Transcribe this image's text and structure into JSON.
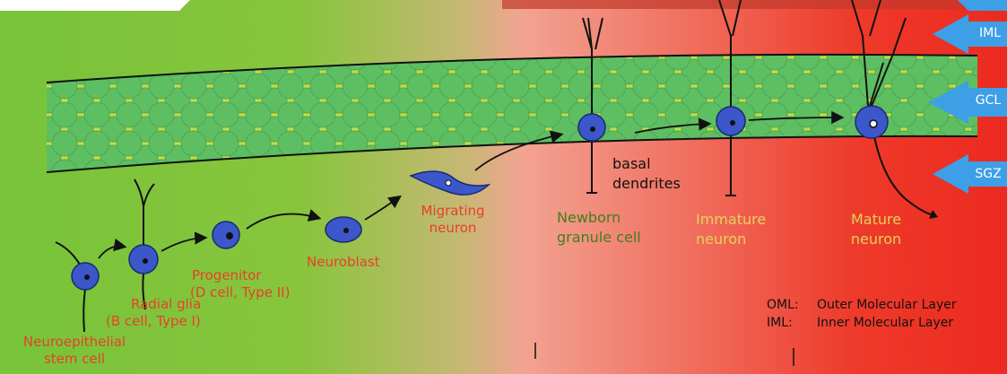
{
  "colors": {
    "bg_green": "#7cc83a",
    "bg_pink": "#f2a090",
    "bg_red": "#ee3024",
    "layer_yellow": "#c8dc42",
    "cell_green": "#5cc063",
    "neuron_blue": "#3b57c9",
    "arrow_blue": "#3d9fe6",
    "label_red": "#e8402a",
    "label_green": "#3f7f1c",
    "label_yellow": "#e6d25a"
  },
  "layer_labels": {
    "iml": "IML",
    "gcl": "GCL",
    "sgz": "SGZ"
  },
  "stages": {
    "neuroepithelial": [
      "Neuroepithelial",
      "stem cell"
    ],
    "radial_glia": [
      "Radial glia",
      "(B cell, Type I)"
    ],
    "progenitor": [
      "Progenitor",
      "(D cell, Type II)"
    ],
    "neuroblast": "Neuroblast",
    "migrating": [
      "Migrating",
      "neuron"
    ],
    "newborn": [
      "Newborn",
      "granule cell"
    ],
    "immature": [
      "Immature",
      "neuron"
    ],
    "mature": [
      "Mature",
      "neuron"
    ]
  },
  "annotations": {
    "basal": [
      "basal",
      "dendrites"
    ]
  },
  "legend": [
    {
      "abbr": "OML:",
      "text": "Outer Molecular Layer"
    },
    {
      "abbr": "IML:",
      "text": "Inner Molecular Layer"
    }
  ]
}
